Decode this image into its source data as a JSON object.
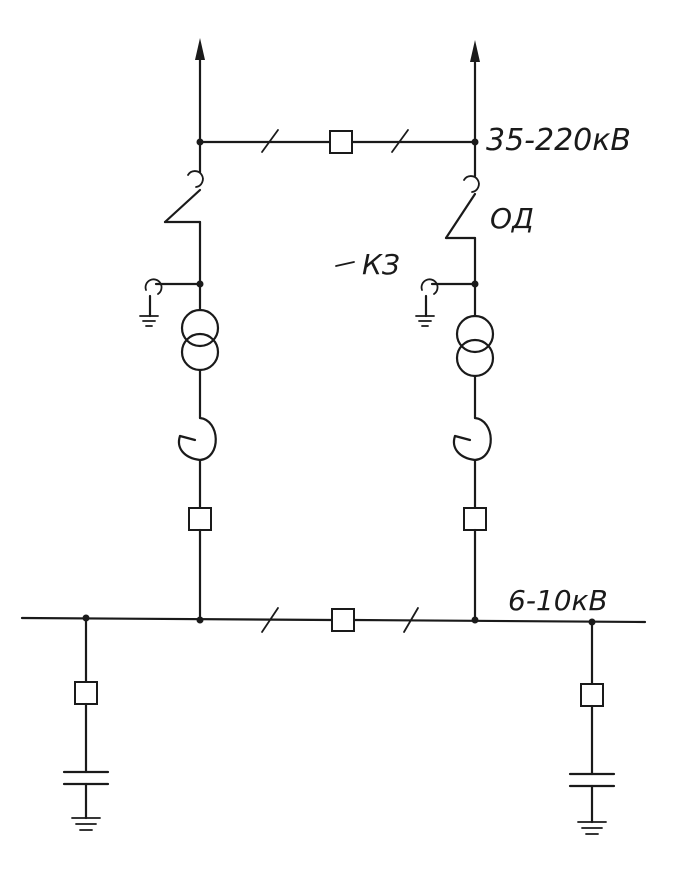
{
  "labels": {
    "hv_bus": "35-220кВ",
    "disconnector": "ОД",
    "short_circuiter": "КЗ",
    "lv_bus": "6-10кВ"
  }
}
